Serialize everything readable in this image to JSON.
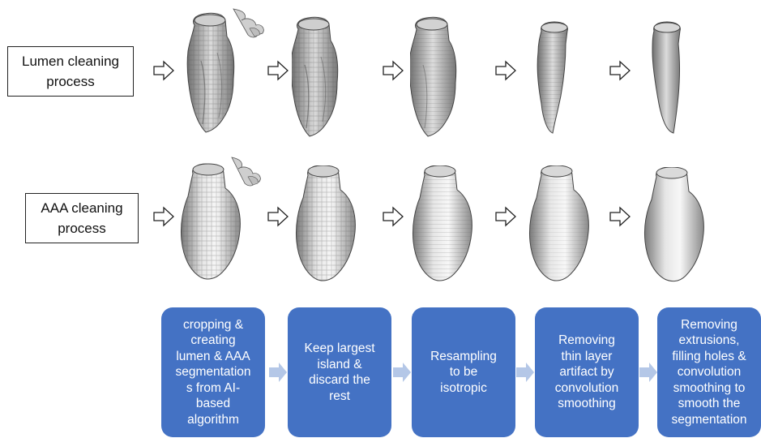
{
  "rows": [
    {
      "label": "Lumen cleaning\nprocess",
      "type": "lumen"
    },
    {
      "label": "AAA cleaning\nprocess",
      "type": "aaa"
    }
  ],
  "steps": [
    {
      "text": "cropping &\ncreating\nlumen & AAA\nsegmentation\ns from AI-\nbased\nalgorithm"
    },
    {
      "text": "Keep largest\nisland &\ndiscard the\nrest"
    },
    {
      "text": "Resampling\nto be\nisotropic"
    },
    {
      "text": "Removing\nthin layer\nartifact by\nconvolution\nsmoothing"
    },
    {
      "text": "Removing\nextrusions,\nfilling holes &\nconvolution\nsmoothing to\nsmooth the\nsegmentation"
    }
  ],
  "colors": {
    "step_fill": "#4472C4",
    "chevron": "#B4C7E7",
    "shape_light": "#f0f0f0",
    "shape_dark": "#6a6a6a"
  },
  "icons": [
    "hollow-right-arrow-icon",
    "chevron-right-icon"
  ]
}
